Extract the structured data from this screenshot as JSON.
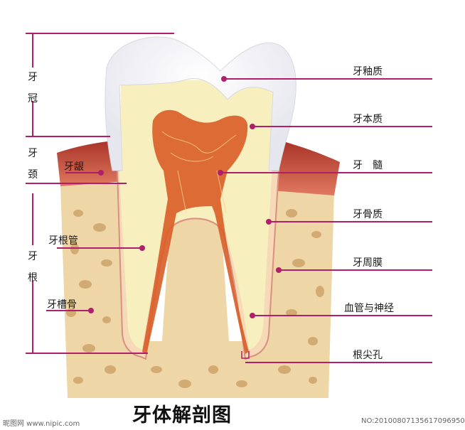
{
  "regions": {
    "crown": "牙冠",
    "neck": "牙颈",
    "root": "牙根"
  },
  "left_labels": {
    "gum": "牙龈",
    "root_canal": "牙根管",
    "alveolar_bone": "牙槽骨"
  },
  "right_labels": {
    "enamel": "牙釉质",
    "dentin": "牙本质",
    "pulp": "牙　髓",
    "cementum": "牙骨质",
    "periodontal_membrane": "牙周膜",
    "vessels_nerves": "血管与神经",
    "apical_foramen": "根尖孔"
  },
  "title": "牙体解剖图",
  "watermark": {
    "left": "昵图网 www.nipic.com",
    "right": "NO:20100807135617096950"
  },
  "colors": {
    "leader_line": "#b0206a",
    "enamel": "#f4f4f6",
    "dentin": "#f8efbf",
    "pulp": "#d9602a",
    "bone": "#eed6a6",
    "gum": "#c84a3a"
  }
}
